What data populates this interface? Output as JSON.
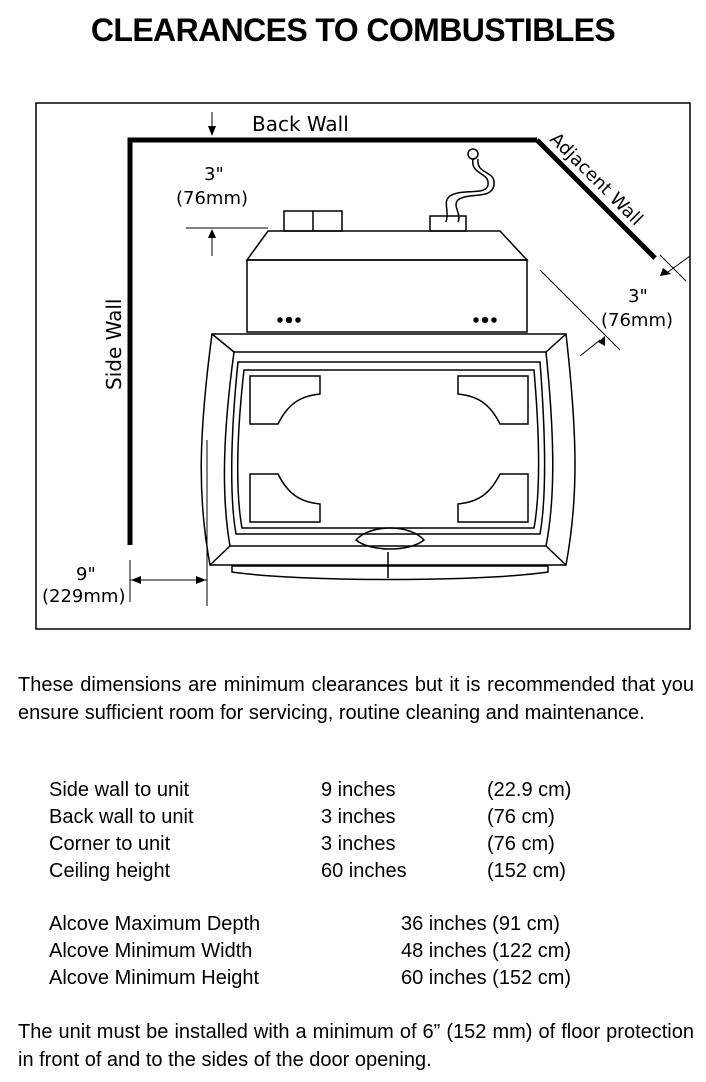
{
  "title": "CLEARANCES TO COMBUSTIBLES",
  "diagram": {
    "back_wall": "Back Wall",
    "side_wall": "Side Wall",
    "adjacent_wall": "Adjacent Wall",
    "back_clearance_in": "3\"",
    "back_clearance_mm": "(76mm)",
    "corner_clearance_in": "3\"",
    "corner_clearance_mm": "(76mm)",
    "side_clearance_in": "9\"",
    "side_clearance_mm": "(229mm)"
  },
  "intro": "These dimensions are minimum clearances but it is recommended that you ensure sufficient room for servicing, routine cleaning and maintenance.",
  "clearances": [
    {
      "label": "Side wall to unit",
      "inches": "9 inches",
      "metric": "(22.9 cm)"
    },
    {
      "label": "Back wall to unit",
      "inches": "3 inches",
      "metric": "(76 cm)"
    },
    {
      "label": "Corner to unit",
      "inches": "3 inches",
      "metric": "(76 cm)"
    },
    {
      "label": "Ceiling height",
      "inches": "60 inches",
      "metric": "(152 cm)"
    }
  ],
  "alcove": [
    {
      "label": "Alcove Maximum Depth",
      "value": "36 inches (91 cm)"
    },
    {
      "label": "Alcove Minimum Width",
      "value": "48 inches (122 cm)"
    },
    {
      "label": "Alcove Minimum Height",
      "value": "60 inches (152 cm)"
    }
  ],
  "footer": "The unit must be installed with a minimum of 6” (152 mm) of floor protection in front of and to the sides of the door opening."
}
